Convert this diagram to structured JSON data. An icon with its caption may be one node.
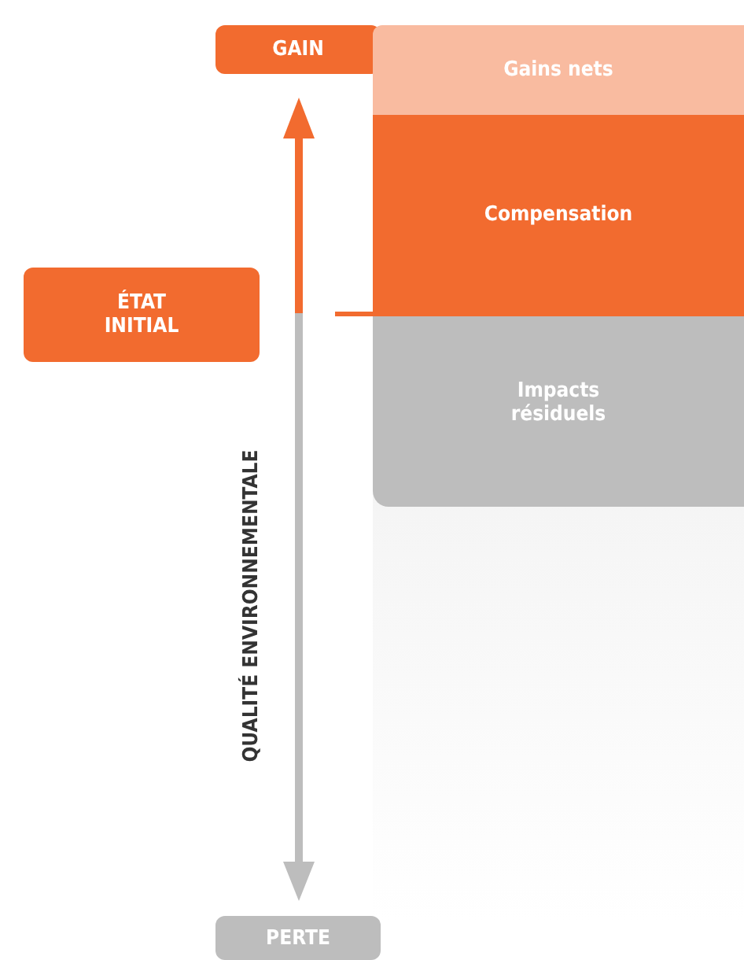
{
  "diagram": {
    "nodes": [
      {
        "text": [
          "GAIN"
        ]
      },
      {
        "text": [
          "ÉTAT INITIAL"
        ]
      },
      {
        "text": [
          "PERTE"
        ]
      },
      {
        "text": [
          "Gains nets"
        ]
      },
      {
        "text": [
          "Compensation"
        ]
      },
      {
        "text": [
          "Impacts résiduels"
        ]
      }
    ],
    "edges": [],
    "labels": [
      "QUALITÉ ENVIRONNEMENTALE"
    ]
  }
}
